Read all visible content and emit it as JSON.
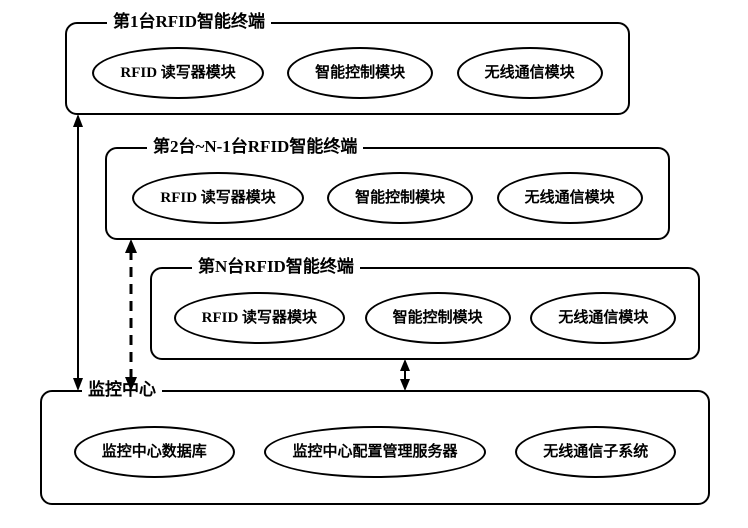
{
  "diagram": {
    "terminals": [
      {
        "label": "第1台RFID智能终端",
        "modules": [
          "RFID 读写器模块",
          "智能控制模块",
          "无线通信模块"
        ]
      },
      {
        "label": "第2台~N-1台RFID智能终端",
        "modules": [
          "RFID 读写器模块",
          "智能控制模块",
          "无线通信模块"
        ]
      },
      {
        "label": "第N台RFID智能终端",
        "modules": [
          "RFID 读写器模块",
          "智能控制模块",
          "无线通信模块"
        ]
      }
    ],
    "monitoring_center": {
      "label": "监控中心",
      "modules": [
        "监控中心数据库",
        "监控中心配置管理服务器",
        "无线通信子系统"
      ]
    },
    "connections": [
      {
        "from": "terminal-1",
        "to": "monitoring-center",
        "style": "solid",
        "bidirectional": true
      },
      {
        "from": "terminal-2-to-n-1",
        "to": "monitoring-center",
        "style": "dashed",
        "bidirectional": true
      },
      {
        "from": "terminal-n",
        "to": "monitoring-center",
        "style": "solid",
        "bidirectional": true
      }
    ],
    "colors": {
      "line": "#000000",
      "background": "#ffffff"
    }
  }
}
